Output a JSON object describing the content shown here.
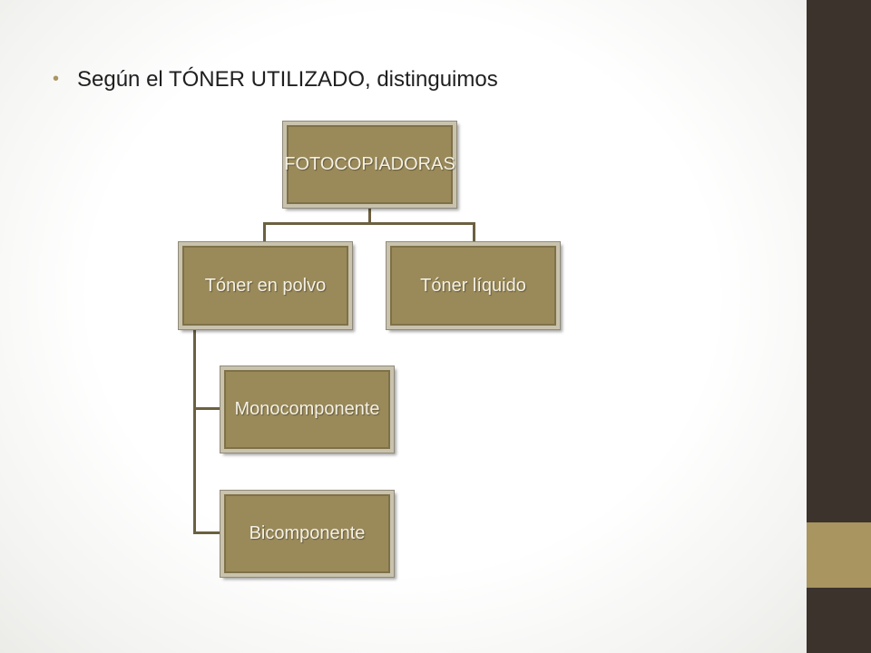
{
  "bullet": {
    "marker": "•",
    "text": "Según el TÓNER UTILIZADO, distinguimos"
  },
  "diagram": {
    "root": "FOTOCOPIADORAS",
    "children": [
      {
        "label": "Tóner en polvo",
        "children": [
          "Monocomponente",
          "Bicomponente"
        ]
      },
      {
        "label": "Tóner líquido",
        "children": []
      }
    ]
  },
  "colors": {
    "node_fill": "#9a8a5a",
    "node_border": "#c9c2ad",
    "connector": "#6b6040",
    "sidebar_dark": "#3b332c",
    "sidebar_accent": "#a89560"
  }
}
